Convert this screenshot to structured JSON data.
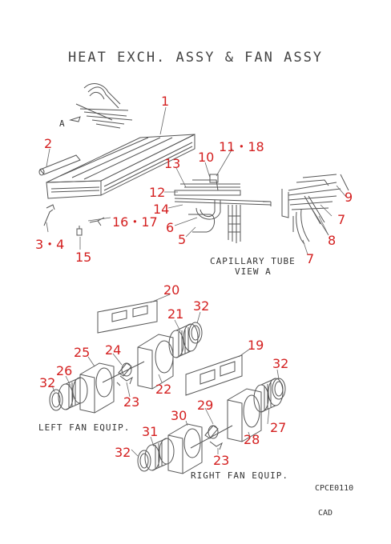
{
  "title": "HEAT EXCH. ASSY & FAN ASSY",
  "captions": {
    "capillary_tube": "CAPILLARY TUBE",
    "view_a": "VIEW A",
    "left_fan": "LEFT FAN EQUIP.",
    "right_fan": "RIGHT FAN EQUIP.",
    "view_letter": "A"
  },
  "codes": {
    "drawing": "CPCE0110",
    "cad": "CAD"
  },
  "callouts": {
    "n1": "1",
    "n2": "2",
    "n3_4": "3・4",
    "n15": "15",
    "n16_17": "16・17",
    "n10": "10",
    "n11_18": "11・18",
    "n13": "13",
    "n12": "12",
    "n14": "14",
    "n6": "6",
    "n5": "5",
    "n9": "9",
    "n7a": "7",
    "n8": "8",
    "n7b": "7",
    "n20": "20",
    "n21": "21",
    "n32a": "32",
    "n25": "25",
    "n24": "24",
    "n26": "26",
    "n32b": "32",
    "n22": "22",
    "n23a": "23",
    "n19": "19",
    "n32c": "32",
    "n29": "29",
    "n30": "30",
    "n27": "27",
    "n31": "31",
    "n28": "28",
    "n32d": "32",
    "n23b": "23"
  }
}
